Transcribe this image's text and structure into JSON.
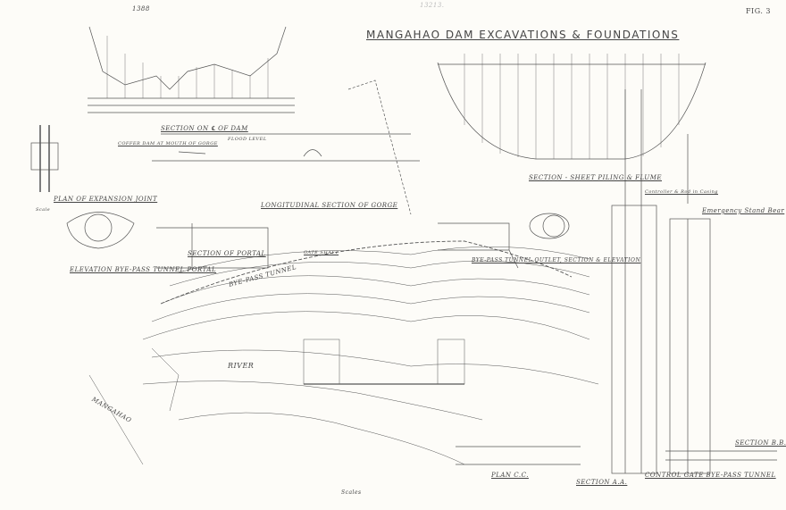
{
  "sheet": {
    "page_number": "1388",
    "catalog_number": "13213.",
    "figure_label": "FIG. 3",
    "title": "MANGAHAO DAM EXCAVATIONS & FOUNDATIONS"
  },
  "labels": {
    "section_on_dam": "SECTION ON ℄ OF DAM",
    "plan_expansion_joint": "PLAN OF EXPANSION JOINT",
    "scale": "Scale",
    "coffer_dam": "COFFER DAM AT MOUTH OF GORGE",
    "flood_level": "FLOOD LEVEL",
    "longitudinal_section": "LONGITUDINAL SECTION OF GORGE",
    "sheet_piling": "SECTION - SHEET PILING & FLUME",
    "elevation_portal": "ELEVATION BYE-PASS TUNNEL PORTAL",
    "section_portal": "SECTION OF PORTAL",
    "tunnel_outlet": "BYE-PASS TUNNEL OUTLET, SECTION & ELEVATION",
    "bye_pass_tunnel": "BYE-PASS TUNNEL",
    "gate_shaft": "GATE SHAFT",
    "river": "RIVER",
    "mangahao": "MANGAHAO",
    "scales": "Scales",
    "plan_cc": "PLAN C.C.",
    "section_aa": "SECTION A.A.",
    "control_gate": "CONTROL GATE BYE-PASS TUNNEL",
    "section_bb": "SECTION B.B.",
    "controller": "Controller & Rod in Casing",
    "emergency_stand": "Emergency Stand Bear"
  }
}
